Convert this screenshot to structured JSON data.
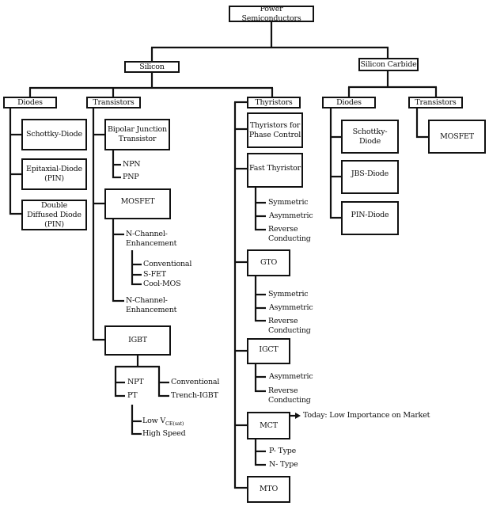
{
  "root": "Power Semiconductors",
  "silicon": {
    "label": "Silicon",
    "diodes": {
      "label": "Diodes",
      "items": [
        "Schottky-Diode",
        "Epitaxial-Diode\n(PIN)",
        "Double\nDiffused Diode\n(PIN)"
      ]
    },
    "transistors": {
      "label": "Transistors",
      "bjt": {
        "label": "Bipolar Junction\nTransistor",
        "children": [
          "NPN",
          "PNP"
        ]
      },
      "mosfet": {
        "label": "MOSFET",
        "n_channel_1": "N-Channel-\nEnhancement",
        "n_channel_1_children": [
          "Conventional",
          "S-FET",
          "Cool-MOS"
        ],
        "n_channel_2": "N-Channel-\nEnhancement"
      },
      "igbt": {
        "label": "IGBT",
        "left": [
          "NPT",
          "PT"
        ],
        "right": [
          "Conventional",
          "Trench-IGBT"
        ],
        "pt_children": {
          "low_v": "Low V",
          "low_v_sub": "CE(sat)",
          "high_speed": "High Speed"
        }
      }
    },
    "thyristors": {
      "label": "Thyristors",
      "phase_control": "Thyristors for\nPhase Control",
      "fast": {
        "label": "Fast Thyristor",
        "children": [
          "Symmetric",
          "Asymmetric",
          "Reverse\nConducting"
        ]
      },
      "gto": {
        "label": "GTO",
        "children": [
          "Symmetric",
          "Asymmetric",
          "Reverse\nConducting"
        ]
      },
      "igct": {
        "label": "IGCT",
        "children": [
          "Asymmetric",
          "Reverse\nConducting"
        ]
      },
      "mct": {
        "label": "MCT",
        "note": "Today: Low Importance on Market",
        "children": [
          "P- Type",
          "N- Type"
        ]
      },
      "mto": {
        "label": "MTO"
      }
    }
  },
  "silicon_carbide": {
    "label": "Silicon Carbide",
    "diodes": {
      "label": "Diodes",
      "items": [
        "Schottky-Diode",
        "JBS-Diode",
        "PIN-Diode"
      ]
    },
    "transistors": {
      "label": "Transistors",
      "items": [
        "MOSFET"
      ]
    }
  }
}
